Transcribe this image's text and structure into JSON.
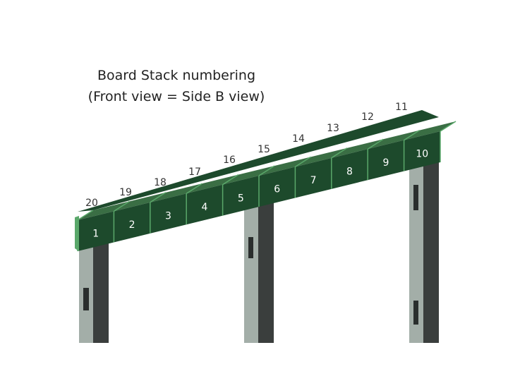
{
  "title": {
    "line1": "Board Stack numbering",
    "line2": "(Front view = Side B view)"
  },
  "colors": {
    "board_front": "#1d4a2c",
    "board_top": "#3a6e44",
    "board_edge": "#5aa86a",
    "pillar_light": "#a3aea8",
    "pillar_dark": "#3a3e3d",
    "slot": "#2a2e2d",
    "front_label": "#ffffff",
    "back_label": "#333333"
  },
  "front_boards": [
    "1",
    "2",
    "3",
    "4",
    "5",
    "6",
    "7",
    "8",
    "9",
    "10"
  ],
  "back_boards": [
    "11",
    "12",
    "13",
    "14",
    "15",
    "16",
    "17",
    "18",
    "19",
    "20"
  ]
}
